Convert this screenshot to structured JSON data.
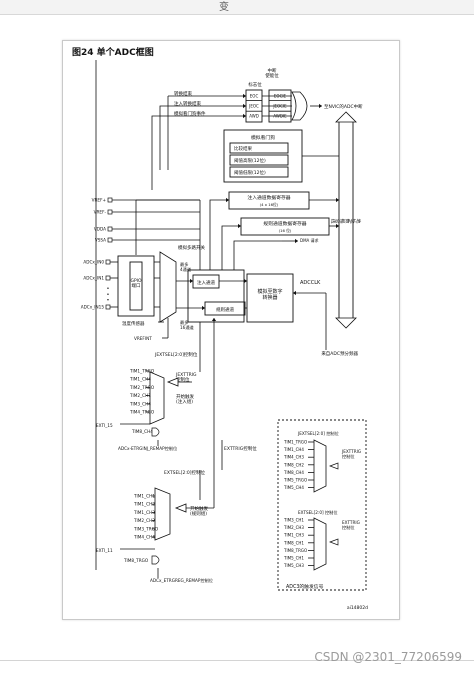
{
  "toolbar": {
    "partial_glyph": "变"
  },
  "figure": {
    "title": "图24    单个ADC框图",
    "code": "ai14802d"
  },
  "watermark": "CSDN @2301_77206599",
  "interrupt_box": {
    "header": "中断\n使能位",
    "flag_label": "标志位",
    "flags": [
      "EOC",
      "JEOC",
      "AWD"
    ],
    "enables": [
      "EOCIE",
      "JEOCIE",
      "AWDIE"
    ],
    "inputs": [
      "转换结束",
      "注入转换结束",
      "模拟看门狗事件"
    ],
    "output": "至NVIC的ADC中断"
  },
  "watchdog": {
    "title": "模拟看门狗",
    "rows": [
      "比较结果",
      "阈值高限(12位)",
      "阈值低限(12位)"
    ]
  },
  "bus": {
    "label": "地址/数据总线"
  },
  "injected_reg": {
    "title": "注入通道数据寄存器",
    "sub": "(4 x 16位)"
  },
  "regular_reg": {
    "title": "规则通道数据寄存器",
    "sub": "(16 位)"
  },
  "dma": "DMA 请求",
  "pins": [
    "VREF+",
    "VREF-",
    "VDDA",
    "VSSA",
    "ADCx_IN0",
    "ADCx_IN1",
    "ADCx_IN15"
  ],
  "pin_dots": "•\n•\n•",
  "gpio": "GPIO\n端口",
  "mux": "模拟多路开关",
  "temp_sensor": "温度传感器",
  "vrefint": "VREFINT",
  "upto4": "最多\n4通道",
  "upto16": "最多\n16通道",
  "inj_channel": "注入通道",
  "reg_channel": "规则通道",
  "adc_core": "模拟至数字\n转换器",
  "adcclk": "ADCCLK",
  "prescaler": "来自ADC预分频器",
  "jextsel": "JEXTSEL[2:0]控制位",
  "jextrig": "JEXTTRIG\n控制位",
  "start_inj": "开始触发\n(注入组)",
  "inj_triggers": [
    "TIM1_TRGO",
    "TIM1_CH4",
    "TIM2_TRGO",
    "TIM2_CH1",
    "TIM3_CH4",
    "TIM4_TRGO"
  ],
  "exti15": "EXTI_15",
  "tim8ch4": "TIM8_CH4",
  "etrginj": "ADCx-ETRGINJ_REMAP控制位",
  "exttrig_ctrl": "EXTTRIG控制位",
  "extsel": "EXTSEL[2:0]控制位",
  "start_reg": "开始触发\n(规则组)",
  "reg_triggers": [
    "TIM1_CH1",
    "TIM1_CH2",
    "TIM1_CH3",
    "TIM2_CH2",
    "TIM3_TRGO",
    "TIM4_CH4"
  ],
  "exti11": "EXTI_11",
  "tim8trgo": "TIM8_TRGO",
  "etrgreg": "ADCx_ETRGREG_REMAP控制位",
  "adc3": {
    "jextsel": "JEXTSEL[2:0] 控制位",
    "jextrig": "JEXTTRIG\n控制位",
    "inj_triggers": [
      "TIM1_TRGO",
      "TIM1_CH4",
      "TIM4_CH3",
      "TIM8_CH2",
      "TIM8_CH4",
      "TIM5_TRGO",
      "TIM5_CH4"
    ],
    "extsel": "EXTSEL[2:0] 控制位",
    "exttrig": "EXTTRIG\n控制位",
    "reg_triggers": [
      "TIM3_CH1",
      "TIM2_CH3",
      "TIM1_CH3",
      "TIM8_CH1",
      "TIM8_TRGO",
      "TIM5_CH1",
      "TIM5_CH3"
    ],
    "caption": "ADC3的触发信号"
  }
}
